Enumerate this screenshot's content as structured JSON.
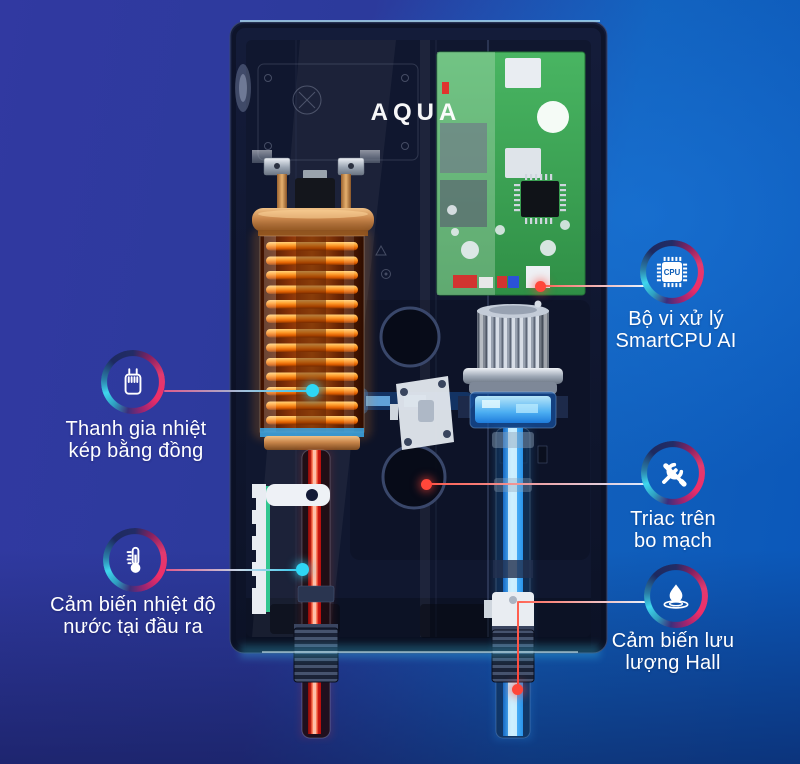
{
  "brand": {
    "logo": "AQUA"
  },
  "theme": {
    "background_left": "#2c3a9c",
    "background_right": "#0b57b9",
    "accent_pink": "#e0246a",
    "accent_cyan": "#2ed3f2",
    "line_red": "#ff4438",
    "pcb_green": "#3da355",
    "coil_orange": "#ff8c1e",
    "hot_water_red": "#e8261a",
    "cold_water_blue": "#35a7ff"
  },
  "callouts": [
    {
      "id": "cpu",
      "icon": "cpu-chip-icon",
      "icon_text": "CPU",
      "label": "Bộ vi xử lý\nSmartCPU AI"
    },
    {
      "id": "heater",
      "icon": "heating-element-icon",
      "label": "Thanh gia nhiệt\nkép bằng đồng"
    },
    {
      "id": "triac",
      "icon": "tools-icon",
      "label": "Triac trên\nbo mạch"
    },
    {
      "id": "temp",
      "icon": "thermometer-icon",
      "label": "Cảm biến nhiệt độ\nnước tại đầu ra"
    },
    {
      "id": "hall",
      "icon": "water-drop-icon",
      "label": "Cảm biến lưu\nlượng Hall"
    }
  ]
}
